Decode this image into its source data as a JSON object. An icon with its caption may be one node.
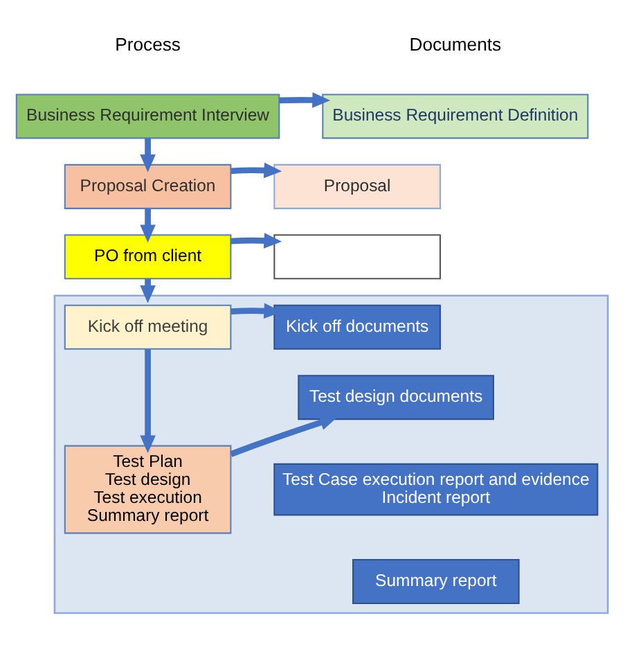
{
  "diagram": {
    "nodes": [
      {
        "text": [
          "Business Requirement Interview"
        ]
      },
      {
        "text": [
          "Business Requirement Definition"
        ]
      },
      {
        "text": [
          "Proposal Creation"
        ]
      },
      {
        "text": [
          "Proposal"
        ]
      },
      {
        "text": [
          "PO from client"
        ]
      },
      {
        "text": [],
        "shape": "box"
      },
      {
        "text": [],
        "shape": "box"
      },
      {
        "text": [
          "Kick off meeting"
        ],
        "in": 6
      },
      {
        "text": [
          "Kick off documents"
        ],
        "in": 6
      },
      {
        "text": [
          "Test Plan",
          "Test design",
          "Test execution",
          "Summary report"
        ],
        "in": 6
      },
      {
        "text": [
          "Test design documents"
        ],
        "in": 6
      },
      {
        "text": [
          "Test Case execution report and evidence",
          "Incident report"
        ],
        "in": 6
      },
      {
        "text": [
          "Summary report"
        ],
        "in": 6
      }
    ],
    "edges": [
      {
        "from": 0,
        "to": 1,
        "arrow": "to"
      },
      {
        "from": 0,
        "to": 2,
        "arrow": "to"
      },
      {
        "from": 2,
        "to": 3,
        "arrow": "to"
      },
      {
        "from": 2,
        "to": 4,
        "arrow": "to"
      },
      {
        "from": 4,
        "to": 5,
        "arrow": "to"
      },
      {
        "from": 4,
        "to": 6,
        "arrow": "to"
      },
      {
        "from": 7,
        "to": 8,
        "arrow": "to"
      },
      {
        "from": 7,
        "to": 9,
        "arrow": "to"
      },
      {
        "from": 9,
        "to": 10,
        "arrow": "to"
      }
    ],
    "labels": [
      "Process",
      "Documents"
    ]
  }
}
